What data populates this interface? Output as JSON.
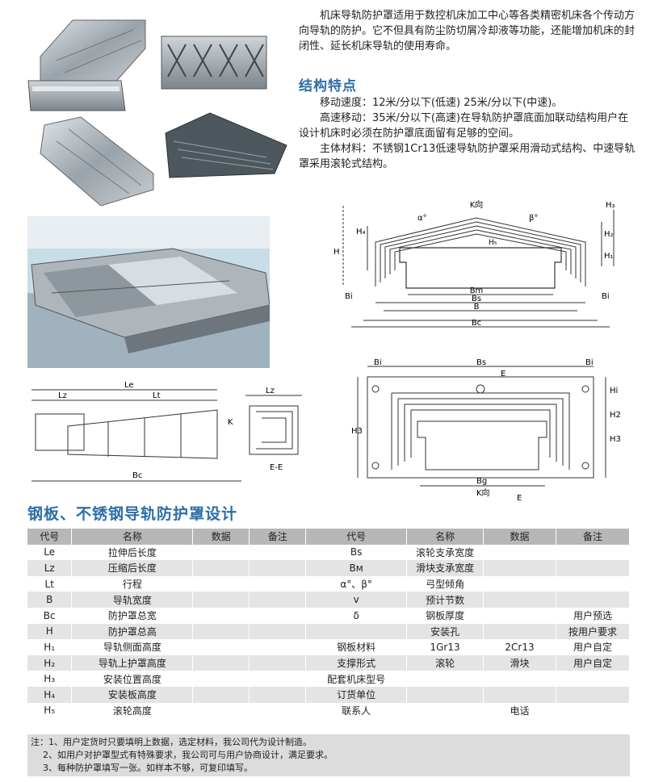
{
  "intro": {
    "text": "机床导轨防护罩适用于数控机床加工中心等各类精密机床各个传动方向导轨的防护。它不但具有防尘防切屑冷却液等功能，还能增加机床的封闭性、延长机床导轨的使用寿命。"
  },
  "features": {
    "heading": "结构特点",
    "lines": [
      "移动速度：12米/分以下(低速) 25米/分以下(中速)。",
      "高速移动：35米/分以下(高速)在导轨防护罩底面加联动结构用户在设计机床时必须在防护罩底面留有足够的空间。",
      "主体材料：不锈钢1Cr13低速导轨防护罩采用滑动式结构、中速导轨罩采用滚轮式结构。"
    ]
  },
  "diagram_labels": {
    "top": {
      "K": "K向",
      "H": "H",
      "H4": "H₄",
      "H5": "H₅",
      "H2": "H₂",
      "H3": "H₃",
      "H1": "H₁",
      "alpha": "α°",
      "beta": "β°",
      "Bi_l": "Bi",
      "Bi_r": "Bi",
      "Bm": "Bm",
      "Bs": "Bs",
      "B": "B",
      "Bc": "Bc"
    },
    "left": {
      "Le": "Le",
      "Lz": "Lz",
      "Lt": "Lt",
      "Bc": "Bc",
      "K": "K",
      "Lz2": "Lz",
      "EE": "E-E"
    },
    "right": {
      "Bi_l": "Bi",
      "Bs": "Bs",
      "Bi_r": "Bi",
      "E": "E",
      "H3": "H3",
      "Hi": "Hi",
      "H2": "H2",
      "H3b": "H3",
      "Bg": "Bg",
      "K": "K向",
      "E2": "E"
    }
  },
  "section_title": "钢板、不锈钢导轨防护罩设计",
  "table": {
    "headers": [
      "代号",
      "名称",
      "数据",
      "备注",
      "代号",
      "名称",
      "数据",
      "备注"
    ],
    "rows": [
      [
        "Le",
        "拉伸后长度",
        "",
        "",
        "Bs",
        "滚轮支承宽度",
        "",
        ""
      ],
      [
        "Lz",
        "压缩后长度",
        "",
        "",
        "Bм",
        "滑块支承宽度",
        "",
        ""
      ],
      [
        "Lt",
        "行程",
        "",
        "",
        "α°、β°",
        "弓型倾角",
        "",
        ""
      ],
      [
        "B",
        "导轨宽度",
        "",
        "",
        "v",
        "预计节数",
        "",
        ""
      ],
      [
        "Bc",
        "防护罩总宽",
        "",
        "",
        "δ",
        "钢板厚度",
        "",
        "用户预选"
      ],
      [
        "H",
        "防护罩总高",
        "",
        "",
        "",
        "安装孔",
        "",
        "按用户要求"
      ],
      [
        "H₁",
        "导轨侧面高度",
        "",
        "",
        "钢板材料",
        "1Gr13",
        "2Cr13",
        "用户自定"
      ],
      [
        "H₂",
        "导轨上护罩高度",
        "",
        "",
        "支撑形式",
        "滚轮",
        "滑块",
        "用户自定"
      ],
      [
        "H₃",
        "安装位置高度",
        "",
        "",
        "配套机床型号",
        "",
        "",
        ""
      ],
      [
        "H₄",
        "安装板高度",
        "",
        "",
        "订货单位",
        "",
        "",
        ""
      ],
      [
        "H₅",
        "滚轮高度",
        "",
        "",
        "联系人",
        "",
        "电话",
        ""
      ]
    ]
  },
  "notes": [
    "注：1、用户定货时只要填明上数据，选定材料，我公司代为设计制造。",
    "2、如用户对护罩型式有特殊要求，我公司可与用户协商设计，满足要求。",
    "3、每种防护罩填写一张。如样本不够，可复印填写。"
  ],
  "colors": {
    "accent": "#2d6ea5",
    "table_header": "#b7b7b7",
    "table_stripe": "#e4e4e4",
    "notes_bg": "#dcdcdc"
  }
}
